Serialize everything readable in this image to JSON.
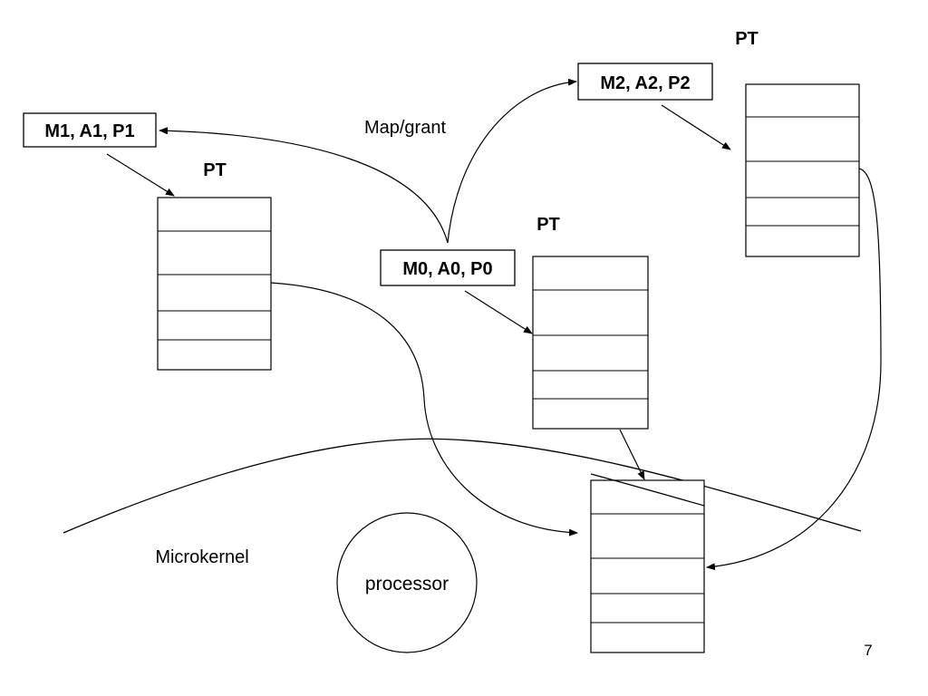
{
  "process_0": {
    "label": "M0, A0, P0",
    "pt_label": "PT"
  },
  "process_1": {
    "label": "M1, A1, P1",
    "pt_label": "PT"
  },
  "process_2": {
    "label": "M2, A2, P2",
    "pt_label": "PT"
  },
  "edge_label": "Map/grant",
  "microkernel_label": "Microkernel",
  "processor_label": "processor",
  "page_number": "7"
}
